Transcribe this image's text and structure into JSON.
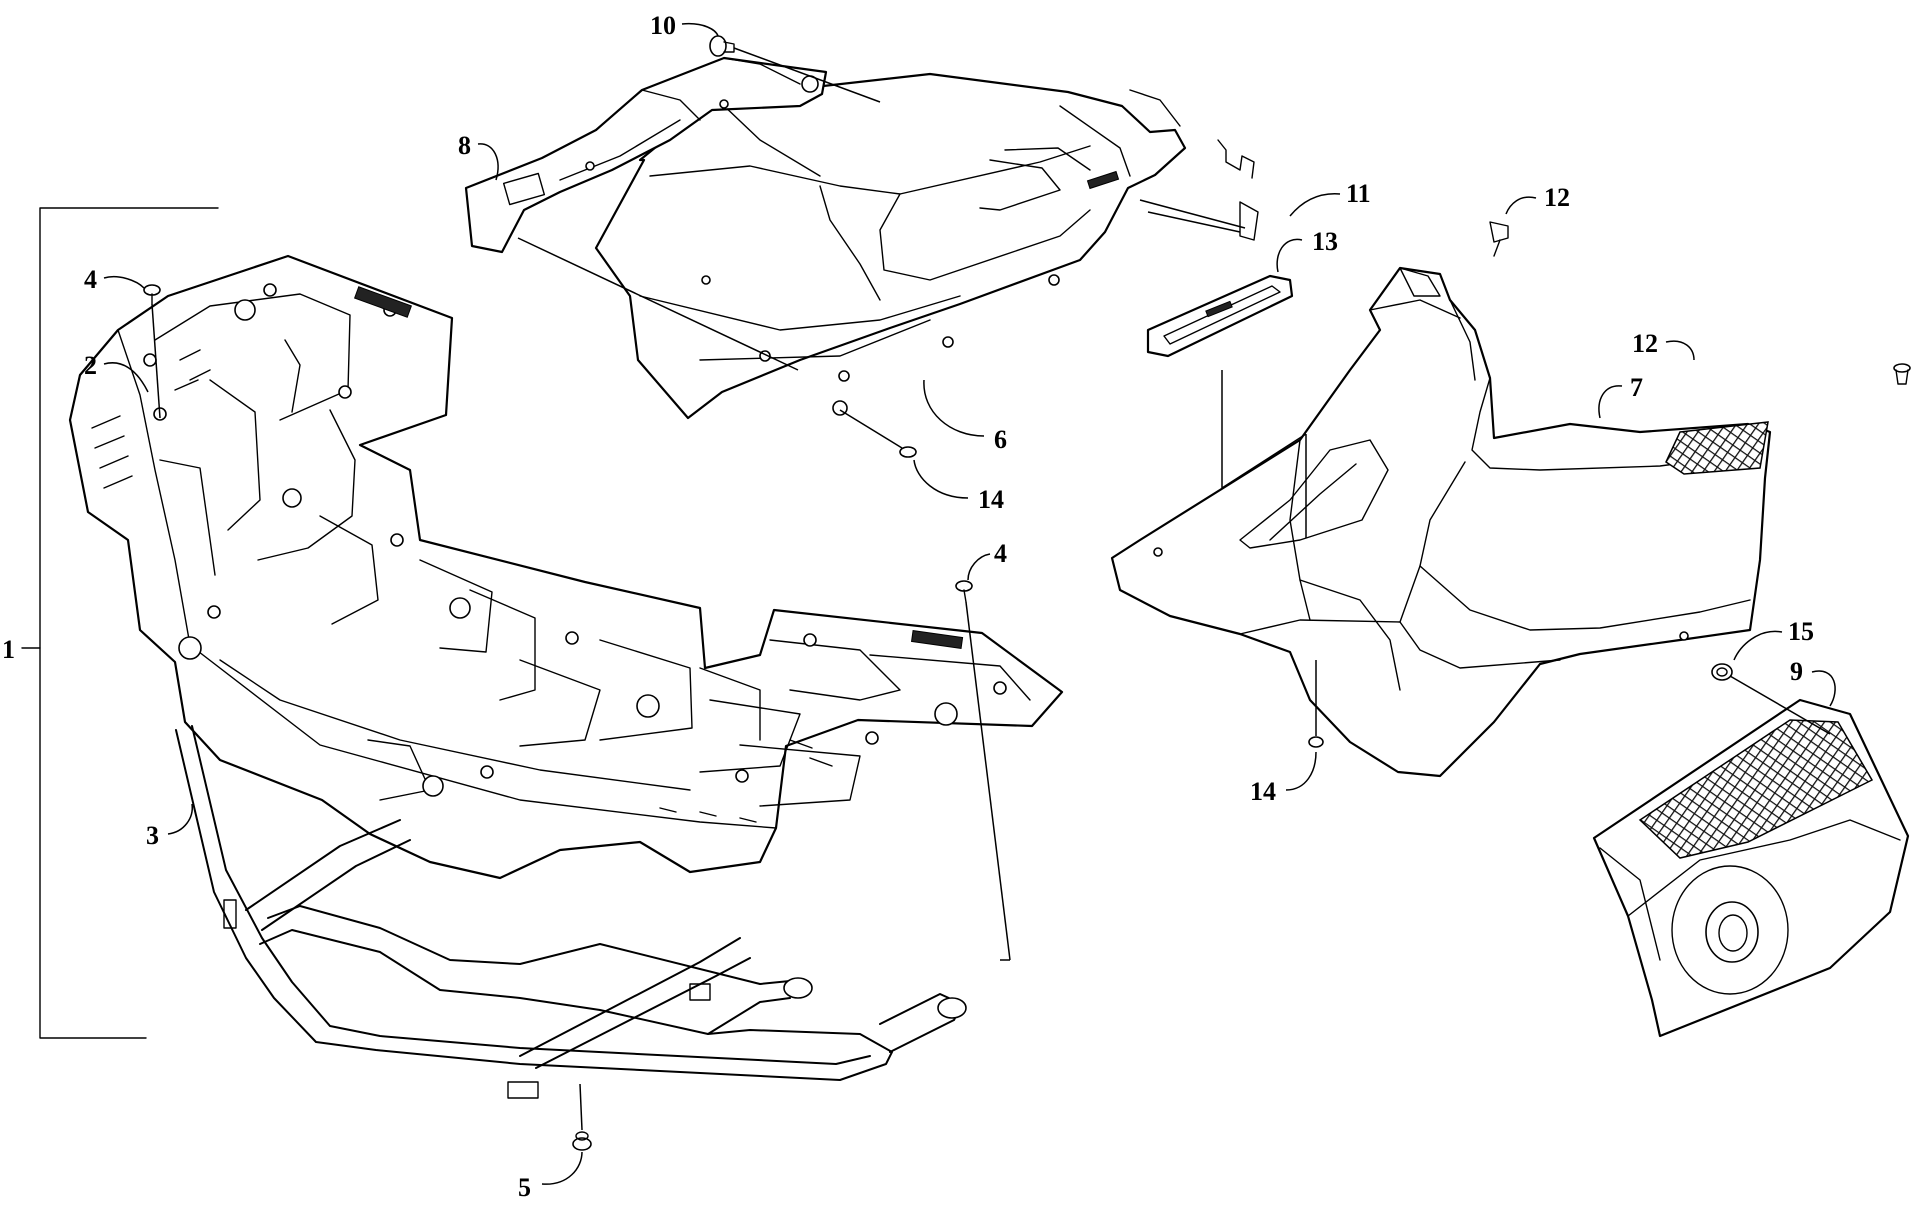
{
  "callouts": {
    "c1": "1",
    "c2": "2",
    "c3": "3",
    "c4a": "4",
    "c4b": "4",
    "c5": "5",
    "c6": "6",
    "c7": "7",
    "c8": "8",
    "c9": "9",
    "c10": "10",
    "c11": "11",
    "c12a": "12",
    "c12b": "12",
    "c13": "13",
    "c14a": "14",
    "c14b": "14",
    "c15": "15"
  }
}
